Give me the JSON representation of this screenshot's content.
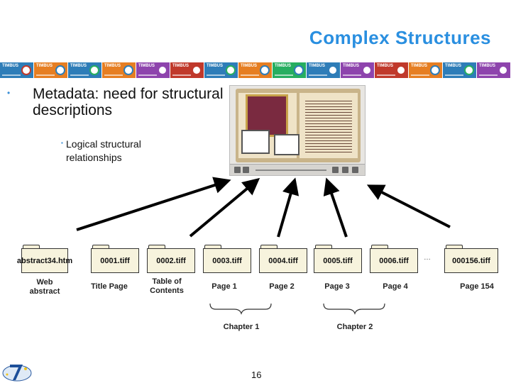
{
  "title": "Complex Structures",
  "banner": {
    "tile_label": "TIMBUS",
    "tiles": [
      {
        "color": "#2e7db8",
        "button": "#c0392b"
      },
      {
        "color": "#e67e22",
        "button": "#2e7db8"
      },
      {
        "color": "#2e7db8",
        "button": "#27ae60"
      },
      {
        "color": "#e67e22",
        "button": "#2e7db8"
      },
      {
        "color": "#8e44ad",
        "button": "#8e44ad"
      },
      {
        "color": "#c0392b",
        "button": "#c0392b"
      },
      {
        "color": "#2e7db8",
        "button": "#27ae60"
      },
      {
        "color": "#e67e22",
        "button": "#2e7db8"
      },
      {
        "color": "#27ae60",
        "button": "#2e7db8"
      },
      {
        "color": "#2e7db8",
        "button": "#2e7db8"
      },
      {
        "color": "#8e44ad",
        "button": "#8e44ad"
      },
      {
        "color": "#c0392b",
        "button": "#c0392b"
      },
      {
        "color": "#e67e22",
        "button": "#2e7db8"
      },
      {
        "color": "#2e7db8",
        "button": "#27ae60"
      },
      {
        "color": "#8e44ad",
        "button": "#8e44ad"
      }
    ]
  },
  "bullets": {
    "main": "Metadata: need for structural descriptions",
    "sub": "Logical structural relationships"
  },
  "files": [
    {
      "name": "abstract34.htm",
      "caption": "Web abstract"
    },
    {
      "name": "0001.tiff",
      "caption": "Title Page"
    },
    {
      "name": "0002.tiff",
      "caption": "Table of Contents"
    },
    {
      "name": "0003.tiff",
      "caption": "Page 1"
    },
    {
      "name": "0004.tiff",
      "caption": "Page 2"
    },
    {
      "name": "0005.tiff",
      "caption": "Page 3"
    },
    {
      "name": "0006.tiff",
      "caption": "Page 4"
    },
    {
      "name": "000156.tiff",
      "caption": "Page 154"
    }
  ],
  "ellipsis": "…",
  "chapters": [
    {
      "label": "Chapter 1"
    },
    {
      "label": "Chapter 2"
    }
  ],
  "page_number": "16"
}
